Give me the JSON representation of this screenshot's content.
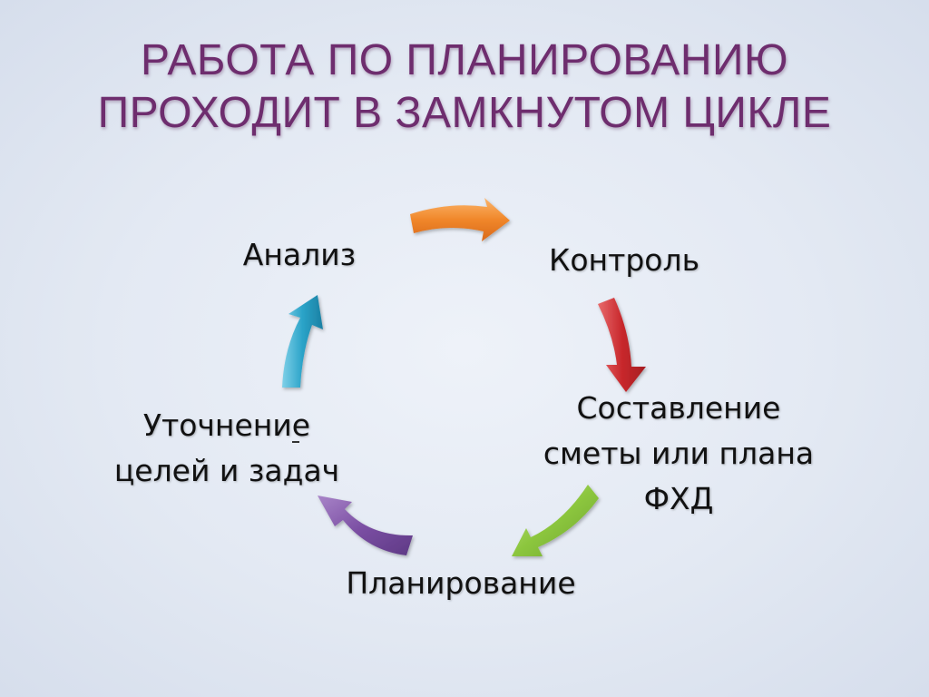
{
  "slide": {
    "title_line1": "РАБОТА ПО ПЛАНИРОВАНИЮ",
    "title_line2": "ПРОХОДИТ В ЗАМКНУТОМ ЦИКЛЕ"
  },
  "cycle": {
    "analysis": "Анализ",
    "control": "Контроль",
    "estimate_line1": "Составление",
    "estimate_line2": "сметы или плана",
    "estimate_line3": "ФХД",
    "planning": "Планирование",
    "refinement_line1": "Уточнение",
    "refinement_line2": "целей и задач"
  },
  "colors": {
    "title": "#6e2d6e",
    "arrow_orange": "#f0872a",
    "arrow_red": "#c8282c",
    "arrow_green": "#8cc63e",
    "arrow_purple": "#7b4fa3",
    "arrow_blue": "#2aa3c8"
  }
}
